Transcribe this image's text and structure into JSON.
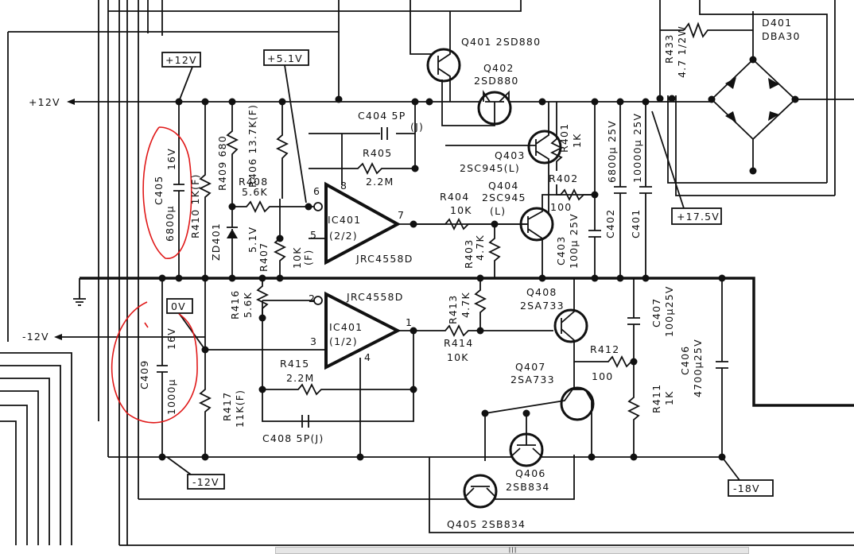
{
  "labels": [
    {
      "name": "q401-label",
      "text": "Q401 2SD880"
    },
    {
      "name": "q402-ref",
      "text": "Q402"
    },
    {
      "name": "q402-type",
      "text": "2SD880"
    },
    {
      "name": "q403-ref",
      "text": "Q403"
    },
    {
      "name": "q403-type",
      "text": "2SC945(L)"
    },
    {
      "name": "q404-ref",
      "text": "Q404"
    },
    {
      "name": "q404-type",
      "text": "2SC945"
    },
    {
      "name": "q404-suffix",
      "text": "(L)"
    },
    {
      "name": "d401-ref",
      "text": "D401"
    },
    {
      "name": "d401-type",
      "text": "DBA30"
    },
    {
      "name": "r433-ref",
      "text": "R433"
    },
    {
      "name": "r433-value",
      "text": "4.7 1/2W"
    },
    {
      "name": "supply-plus12-left",
      "text": "+12V"
    },
    {
      "name": "tag-plus12",
      "text": "+12V"
    },
    {
      "name": "tag-plus5v1",
      "text": "+5.1V"
    },
    {
      "name": "c404-label",
      "text": "C404 5P"
    },
    {
      "name": "c404-suffix",
      "text": "(J)"
    },
    {
      "name": "r405-ref",
      "text": "R405"
    },
    {
      "name": "r405-value",
      "text": "2.2M"
    },
    {
      "name": "r406-label",
      "text": "R406 13.7K(F)"
    },
    {
      "name": "r409-label",
      "text": "R409 680"
    },
    {
      "name": "r410-label",
      "text": "R410 1K(F)"
    },
    {
      "name": "c405-ref",
      "text": "C405"
    },
    {
      "name": "c405-volt",
      "text": "16V"
    },
    {
      "name": "c405-cap",
      "text": "6800µ"
    },
    {
      "name": "r408-ref",
      "text": "R408"
    },
    {
      "name": "r408-value",
      "text": "5.6K"
    },
    {
      "name": "zd401-label",
      "text": "ZD401"
    },
    {
      "name": "zd401-value",
      "text": "5.1V"
    },
    {
      "name": "r407-ref",
      "text": "R407"
    },
    {
      "name": "r407-value",
      "text": "10K"
    },
    {
      "name": "r407-suffix",
      "text": "(F)"
    },
    {
      "name": "ic401b-ref",
      "text": "IC401"
    },
    {
      "name": "ic401b-unit",
      "text": "(2/2)"
    },
    {
      "name": "ic401b-type",
      "text": "JRC4558D"
    },
    {
      "name": "pin-6",
      "text": "6"
    },
    {
      "name": "pin-8",
      "text": "8"
    },
    {
      "name": "pin-5",
      "text": "5"
    },
    {
      "name": "pin-7",
      "text": "7"
    },
    {
      "name": "r404-ref",
      "text": "R404"
    },
    {
      "name": "r404-value",
      "text": "10K"
    },
    {
      "name": "r403-ref",
      "text": "R403"
    },
    {
      "name": "r403-value",
      "text": "4.7K"
    },
    {
      "name": "r401-ref",
      "text": "R401"
    },
    {
      "name": "r401-value",
      "text": "1K"
    },
    {
      "name": "r402-ref",
      "text": "R402"
    },
    {
      "name": "r402-value",
      "text": "100"
    },
    {
      "name": "c403-label",
      "text": "C403"
    },
    {
      "name": "c403-value",
      "text": "100µ 25V"
    },
    {
      "name": "c402-label",
      "text": "C402"
    },
    {
      "name": "c402-value",
      "text": "6800µ 25V"
    },
    {
      "name": "c401-label",
      "text": "C401"
    },
    {
      "name": "c401-value",
      "text": "10000µ 25V"
    },
    {
      "name": "tag-plus17v5",
      "text": "+17.5V"
    },
    {
      "name": "supply-minus12-left",
      "text": "-12V"
    },
    {
      "name": "tag-zero-v",
      "text": "0V"
    },
    {
      "name": "c409-ref",
      "text": "C409"
    },
    {
      "name": "c409-volt",
      "text": "16V"
    },
    {
      "name": "c409-cap",
      "text": "1000µ"
    },
    {
      "name": "r416-ref",
      "text": "R416"
    },
    {
      "name": "r416-value",
      "text": "5.6K"
    },
    {
      "name": "ic401a-type",
      "text": "JRC4558D"
    },
    {
      "name": "ic401a-ref",
      "text": "IC401"
    },
    {
      "name": "ic401a-unit",
      "text": "(1/2)"
    },
    {
      "name": "pin-2",
      "text": "2"
    },
    {
      "name": "pin-3",
      "text": "3"
    },
    {
      "name": "pin-1",
      "text": "1"
    },
    {
      "name": "pin-4",
      "text": "4"
    },
    {
      "name": "r415-ref",
      "text": "R415"
    },
    {
      "name": "r415-value",
      "text": "2.2M"
    },
    {
      "name": "r417-ref",
      "text": "R417"
    },
    {
      "name": "r417-value",
      "text": "11K(F)"
    },
    {
      "name": "c408-label",
      "text": "C408 5P(J)"
    },
    {
      "name": "r413-ref",
      "text": "R413"
    },
    {
      "name": "r413-value",
      "text": "4.7K"
    },
    {
      "name": "r414-ref",
      "text": "R414"
    },
    {
      "name": "r414-value",
      "text": "10K"
    },
    {
      "name": "q408-ref",
      "text": "Q408"
    },
    {
      "name": "q408-type",
      "text": "2SA733"
    },
    {
      "name": "q407-ref",
      "text": "Q407"
    },
    {
      "name": "q407-type",
      "text": "2SA733"
    },
    {
      "name": "r412-ref",
      "text": "R412"
    },
    {
      "name": "r412-value",
      "text": "100"
    },
    {
      "name": "r411-ref",
      "text": "R411"
    },
    {
      "name": "r411-value",
      "text": "1K"
    },
    {
      "name": "c407-label",
      "text": "C407"
    },
    {
      "name": "c407-value",
      "text": "100µ25V"
    },
    {
      "name": "c406-label",
      "text": "C406"
    },
    {
      "name": "c406-value",
      "text": "4700µ25V"
    },
    {
      "name": "q406-ref",
      "text": "Q406"
    },
    {
      "name": "q406-type",
      "text": "2SB834"
    },
    {
      "name": "q405-label",
      "text": "Q405 2SB834"
    },
    {
      "name": "tag-minus12",
      "text": "-12V"
    },
    {
      "name": "tag-minus18",
      "text": "-18V"
    }
  ]
}
